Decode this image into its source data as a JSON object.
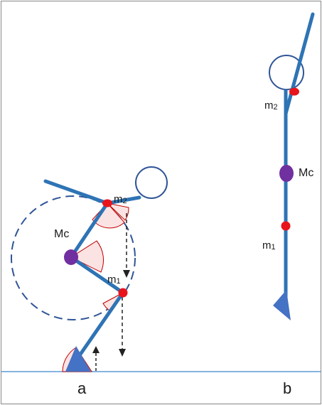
{
  "figure": {
    "panel_a": {
      "label": "a",
      "mass_center_label": "Mc",
      "upper_point_label_base": "m",
      "upper_point_label_sub": "2",
      "lower_point_label_base": "m",
      "lower_point_label_sub": "1"
    },
    "panel_b": {
      "label": "b",
      "mass_center_label": "Mc",
      "upper_point_label_base": "m",
      "upper_point_label_sub": "2",
      "lower_point_label_base": "m",
      "lower_point_label_sub": "1"
    },
    "colors": {
      "limb": "#2E74B5",
      "outline": "#2F5597",
      "joint_marker": "#E8141C",
      "mass_center": "#7030A0",
      "angle_fill": "#FBE3E3",
      "angle_stroke": "#C00000",
      "foot": "#4472C4",
      "ground": "#5B9BD5",
      "arrow": "#222222",
      "frame": "#888888"
    }
  }
}
